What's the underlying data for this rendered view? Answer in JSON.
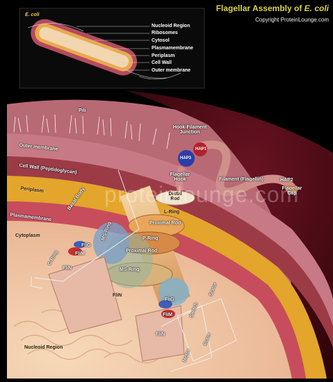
{
  "header": {
    "title_prefix": "Flagellar Assembly of ",
    "title_italic": "E. coli",
    "copyright": "Copyright ProteinLounge.com"
  },
  "inset": {
    "organism_label": "E. coli",
    "labels": [
      "Nucleoid Region",
      "Ribosomes",
      "Cytosol",
      "Plasmamembrane",
      "Periplasm",
      "Cell Wall",
      "Outer membrane"
    ]
  },
  "labels": {
    "pili": "Pili",
    "outer_membrane": "Outer membrane",
    "cell_wall": "Cell Wall (Peptidoglycan)",
    "periplasm": "Periplasm",
    "plasmamembrane": "Plasmamembrane",
    "cytoplasm": "Cytoplasm",
    "nucleoid_region": "Nucleoid Region",
    "hook_filament_junction": "Hook-Filament Junction",
    "hap3": "HAP3",
    "hap1": "HAP1",
    "flagellar_hook": "Flagellar Hook",
    "filament": "Filament (Flagellin)",
    "hap2": "HAP2",
    "flagellar_cap": "Flagellar Cap",
    "basal_body": "Basal Body",
    "distal_rod": "Distal Rod",
    "l_ring": "L-Ring",
    "proximal_rod_top": "Proximal Rod",
    "p_ring": "P-Ring",
    "proximal_rod_bottom": "Proximal Rod",
    "ms_ring_left": "MS-Ring",
    "ms_ring_center": "MS-Ring",
    "c_ring": "C-Ring",
    "flig_left": "FliG",
    "flim_left": "FliM",
    "flin_left": "FliN",
    "flin_center": "FliN",
    "flig_right": "FliG",
    "flim_right": "FliM",
    "flin_right": "FliN",
    "stator": "Stator",
    "switch": "Switch",
    "rotor": "Rotor",
    "motor": "Motor"
  },
  "watermark": "proteinlounge.com",
  "colors": {
    "title": "#d9d44a",
    "outer_membrane": "#c77a86",
    "cell_wall": "#9c3b46",
    "periplasm": "#e3a52b",
    "cytoplasm": "#f2c8a3",
    "hap3": "#2b3ea8",
    "hap1": "#b0222e"
  }
}
